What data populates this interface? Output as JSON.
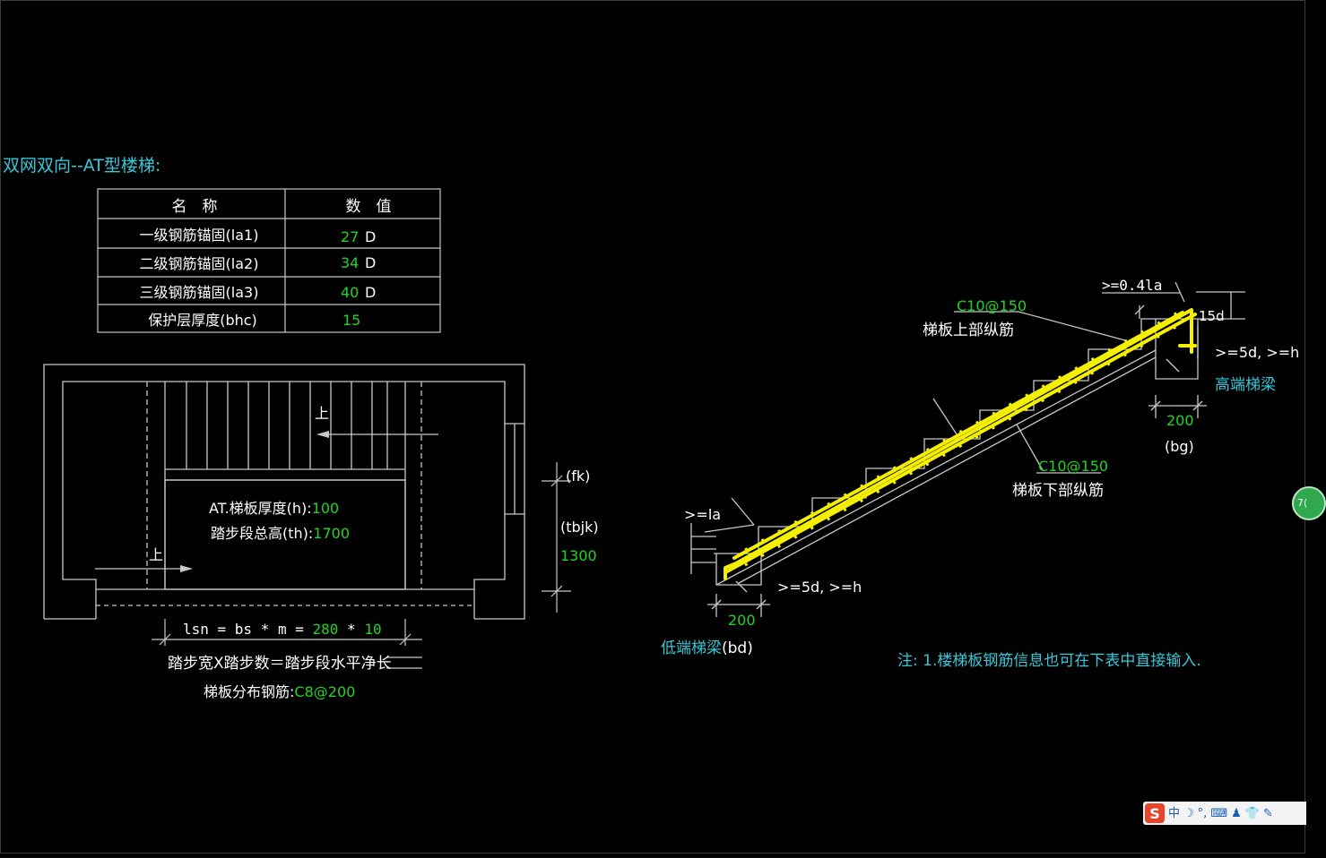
{
  "title": "双网双向--AT型楼梯:",
  "colors": {
    "background": "#000000",
    "cyan": "#35c8d8",
    "green": "#22d422",
    "white": "#ffffff",
    "yellow": "#f5f000",
    "gray": "#c8c8c8"
  },
  "table": {
    "headers": [
      "名　称",
      "数　值"
    ],
    "rows": [
      {
        "name": "一级钢筋锚固(la1)",
        "value": "27",
        "unit": "D"
      },
      {
        "name": "二级钢筋锚固(la2)",
        "value": "34",
        "unit": "D"
      },
      {
        "name": "三级钢筋锚固(la3)",
        "value": "40",
        "unit": "D"
      },
      {
        "name": "保护层厚度(bhc)",
        "value": "15",
        "unit": ""
      }
    ]
  },
  "plan": {
    "up_label_top": "上",
    "up_label_bottom": "上",
    "thickness_label": "AT.梯板厚度(h):",
    "thickness_value": "100",
    "total_height_label": "踏步段总高(th):",
    "total_height_value": "1700",
    "fk_label": "(fk)",
    "tbjk_label": "(tbjk)",
    "tbjk_value": "1300",
    "lsn_prefix": "lsn = bs * m = ",
    "bs_value": "280",
    "times": " * ",
    "m_value": "10",
    "formula_caption": "踏步宽X踏步数＝踏步段水平净长",
    "dist_label": "梯板分布钢筋:",
    "dist_value": "C8@200"
  },
  "section": {
    "top_anchor": ">=0.4la",
    "top_hook": "15d",
    "top_bar_spec": "C10@150",
    "top_bar_label": "梯板上部纵筋",
    "high_end_dim": ">=5d, >=h",
    "high_beam_label": "高端梯梁",
    "high_beam_width": "200",
    "high_beam_code": "(bg)",
    "bottom_bar_spec": "C10@150",
    "bottom_bar_label": "梯板下部纵筋",
    "low_anchor": ">=la",
    "low_end_dim": ">=5d, >=h",
    "low_beam_width": "200",
    "low_beam_label": "低端梯梁",
    "low_beam_code": "(bd)",
    "note": "注: 1.楼梯板钢筋信息也可在下表中直接输入."
  },
  "ime": {
    "logo": "S",
    "items": [
      "中",
      "☽",
      "°,",
      "⌨",
      "♟",
      "👕",
      "✎"
    ],
    "float_value": "7("
  }
}
